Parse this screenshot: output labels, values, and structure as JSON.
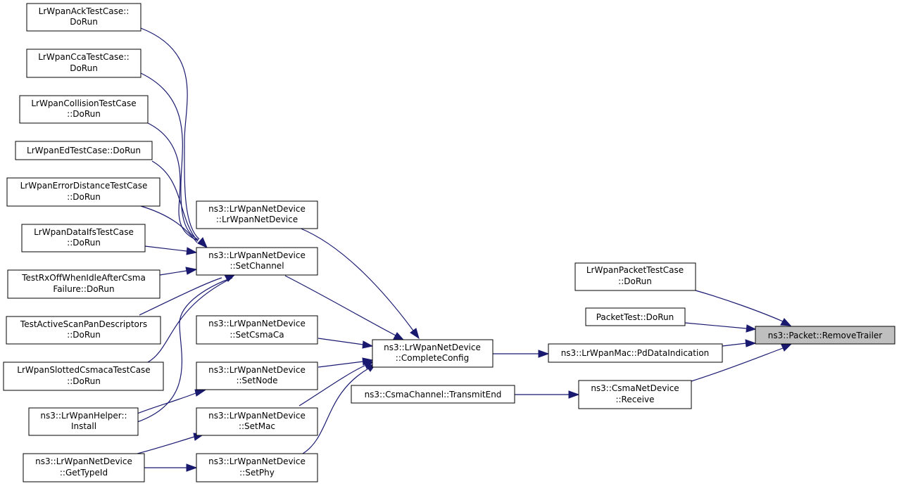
{
  "graph": {
    "nodes": [
      {
        "id": "root",
        "lines": [
          "ns3::Packet::RemoveTrailer"
        ],
        "root": true
      },
      {
        "id": "lrpkt",
        "lines": [
          "LrWpanPacketTestCase",
          "::DoRun"
        ]
      },
      {
        "id": "pkttest",
        "lines": [
          "PacketTest::DoRun"
        ]
      },
      {
        "id": "pddata",
        "lines": [
          "ns3::LrWpanMac::PdDataIndication"
        ]
      },
      {
        "id": "csmarecv",
        "lines": [
          "ns3::CsmaNetDevice",
          "::Receive"
        ]
      },
      {
        "id": "txend",
        "lines": [
          "ns3::CsmaChannel::TransmitEnd"
        ]
      },
      {
        "id": "complete",
        "lines": [
          "ns3::LrWpanNetDevice",
          "::CompleteConfig"
        ]
      },
      {
        "id": "ctor",
        "lines": [
          "ns3::LrWpanNetDevice",
          "::LrWpanNetDevice"
        ]
      },
      {
        "id": "setchan",
        "lines": [
          "ns3::LrWpanNetDevice",
          "::SetChannel"
        ]
      },
      {
        "id": "setcsma",
        "lines": [
          "ns3::LrWpanNetDevice",
          "::SetCsmaCa"
        ]
      },
      {
        "id": "setnode",
        "lines": [
          "ns3::LrWpanNetDevice",
          "::SetNode"
        ]
      },
      {
        "id": "setmac",
        "lines": [
          "ns3::LrWpanNetDevice",
          "::SetMac"
        ]
      },
      {
        "id": "setphy",
        "lines": [
          "ns3::LrWpanNetDevice",
          "::SetPhy"
        ]
      },
      {
        "id": "ack",
        "lines": [
          "LrWpanAckTestCase::",
          "DoRun"
        ]
      },
      {
        "id": "cca",
        "lines": [
          "LrWpanCcaTestCase::",
          "DoRun"
        ]
      },
      {
        "id": "coll",
        "lines": [
          "LrWpanCollisionTestCase",
          "::DoRun"
        ]
      },
      {
        "id": "ed",
        "lines": [
          "LrWpanEdTestCase::DoRun"
        ]
      },
      {
        "id": "errdist",
        "lines": [
          "LrWpanErrorDistanceTestCase",
          "::DoRun"
        ]
      },
      {
        "id": "ifs",
        "lines": [
          "LrWpanDataIfsTestCase",
          "::DoRun"
        ]
      },
      {
        "id": "rxoff",
        "lines": [
          "TestRxOffWhenIdleAfterCsma",
          "Failure::DoRun"
        ]
      },
      {
        "id": "activescan",
        "lines": [
          "TestActiveScanPanDescriptors",
          "::DoRun"
        ]
      },
      {
        "id": "slotted",
        "lines": [
          "LrWpanSlottedCsmacaTestCase",
          "::DoRun"
        ]
      },
      {
        "id": "helper",
        "lines": [
          "ns3::LrWpanHelper::",
          "Install"
        ]
      },
      {
        "id": "typeid",
        "lines": [
          "ns3::LrWpanNetDevice",
          "::GetTypeId"
        ]
      }
    ]
  }
}
